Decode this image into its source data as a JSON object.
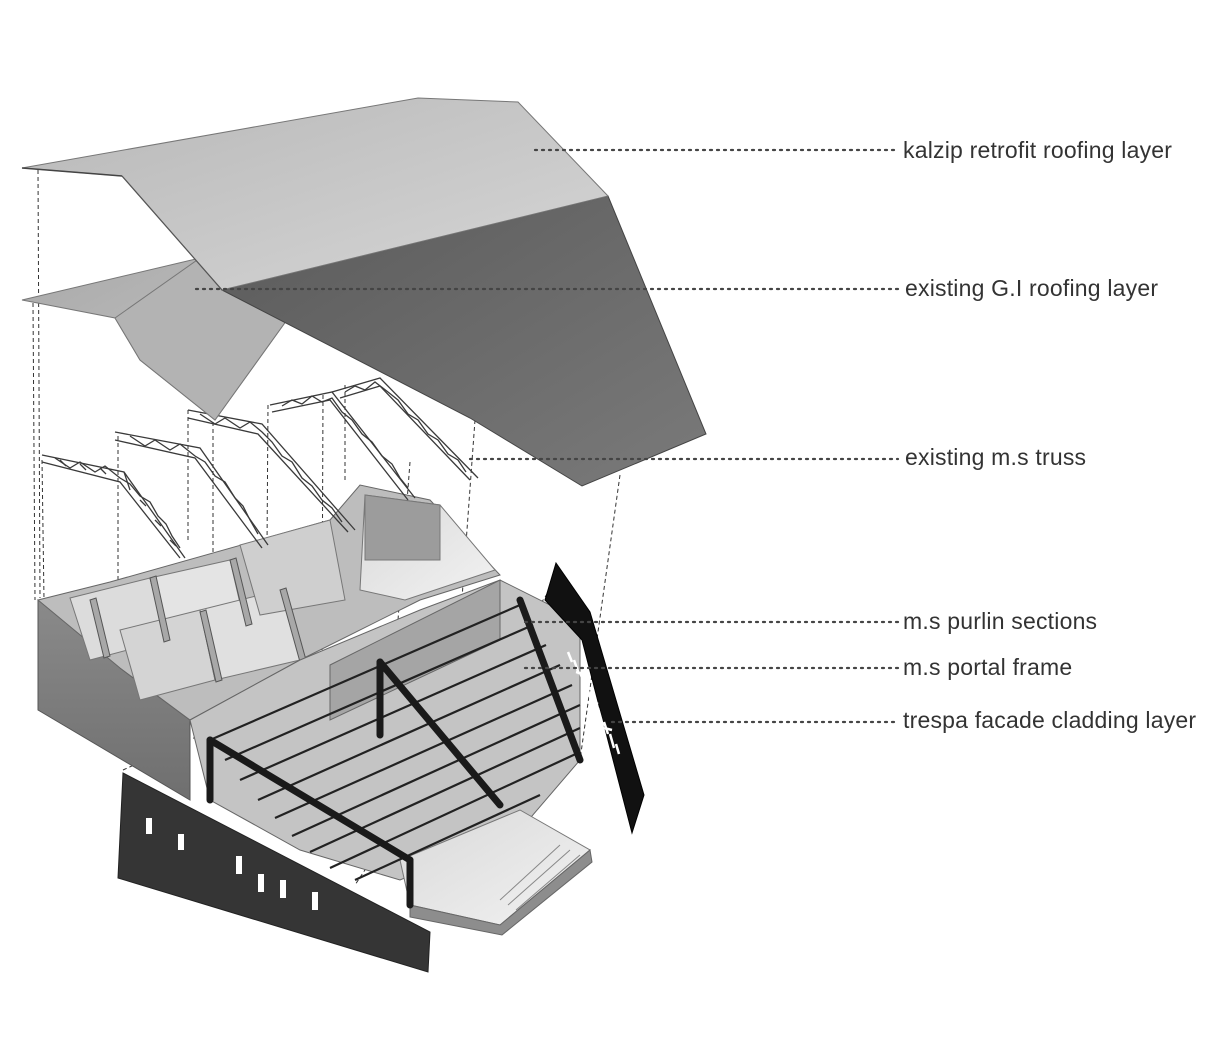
{
  "diagram": {
    "labels": [
      "kalzip retrofit roofing layer",
      "existing G.I roofing layer",
      "existing m.s truss",
      "m.s purlin sections",
      "m.s portal frame",
      "trespa facade cladding layer"
    ],
    "colors": {
      "roof_light": "#c9c9c9",
      "roof_dark": "#6a6a6a",
      "wall_mid": "#9a9a9a",
      "cladding_dark": "#333333",
      "facade_black": "#111111",
      "leader_line": "#555555"
    }
  }
}
